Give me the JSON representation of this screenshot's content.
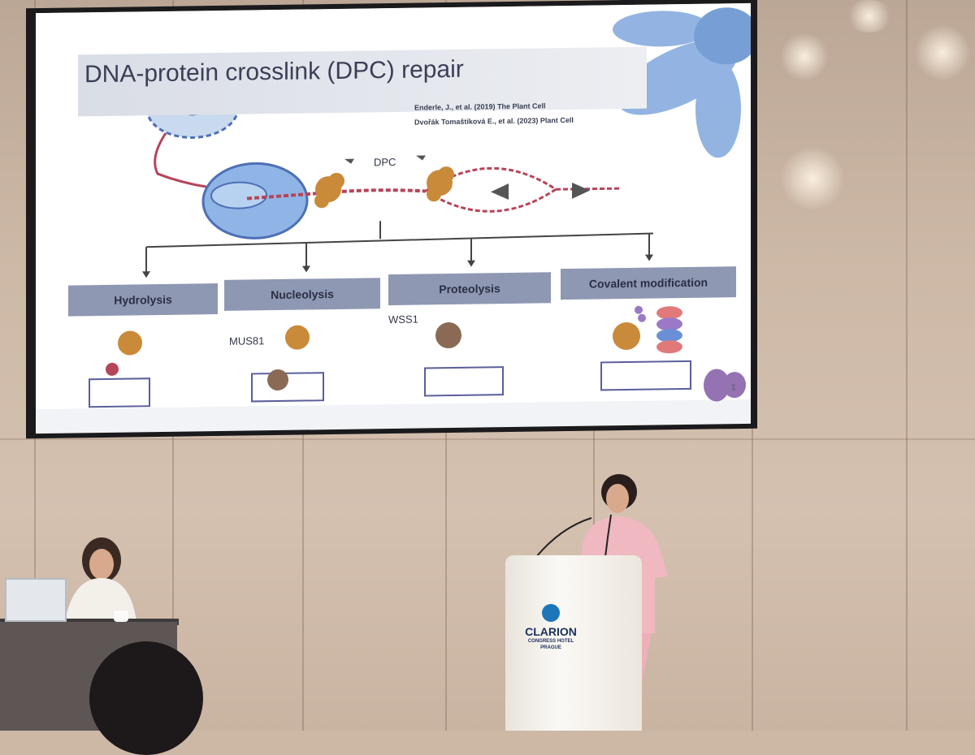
{
  "slide": {
    "title": "DNA-protein crosslink (DPC) repair",
    "references": [
      "Enderle, J., et al. (2019) The Plant Cell",
      "Dvořák Tomaštíková E., et al. (2023) Plant Cell"
    ],
    "dpc_label": "DPC",
    "categories": [
      "Hydrolysis",
      "Nucleolysis",
      "Proteolysis",
      "Covalent modification"
    ],
    "enzymes": [
      "MUS81",
      "WSS1"
    ],
    "page_number": "1"
  },
  "podium": {
    "brand": "CLARION",
    "subtitle_line1": "CONGRESS HOTEL",
    "subtitle_line2": "PRAGUE"
  },
  "colors": {
    "slide_title": "#3b3f56",
    "category_box": "#8f98b2",
    "protein": "#c98a3a",
    "dna_red": "#b5455a",
    "dna_blue": "#5a5f9a",
    "cell_blue": "#8fb5e6",
    "brand_blue": "#1c76b9",
    "speaker_jacket": "#f0b8c0"
  }
}
